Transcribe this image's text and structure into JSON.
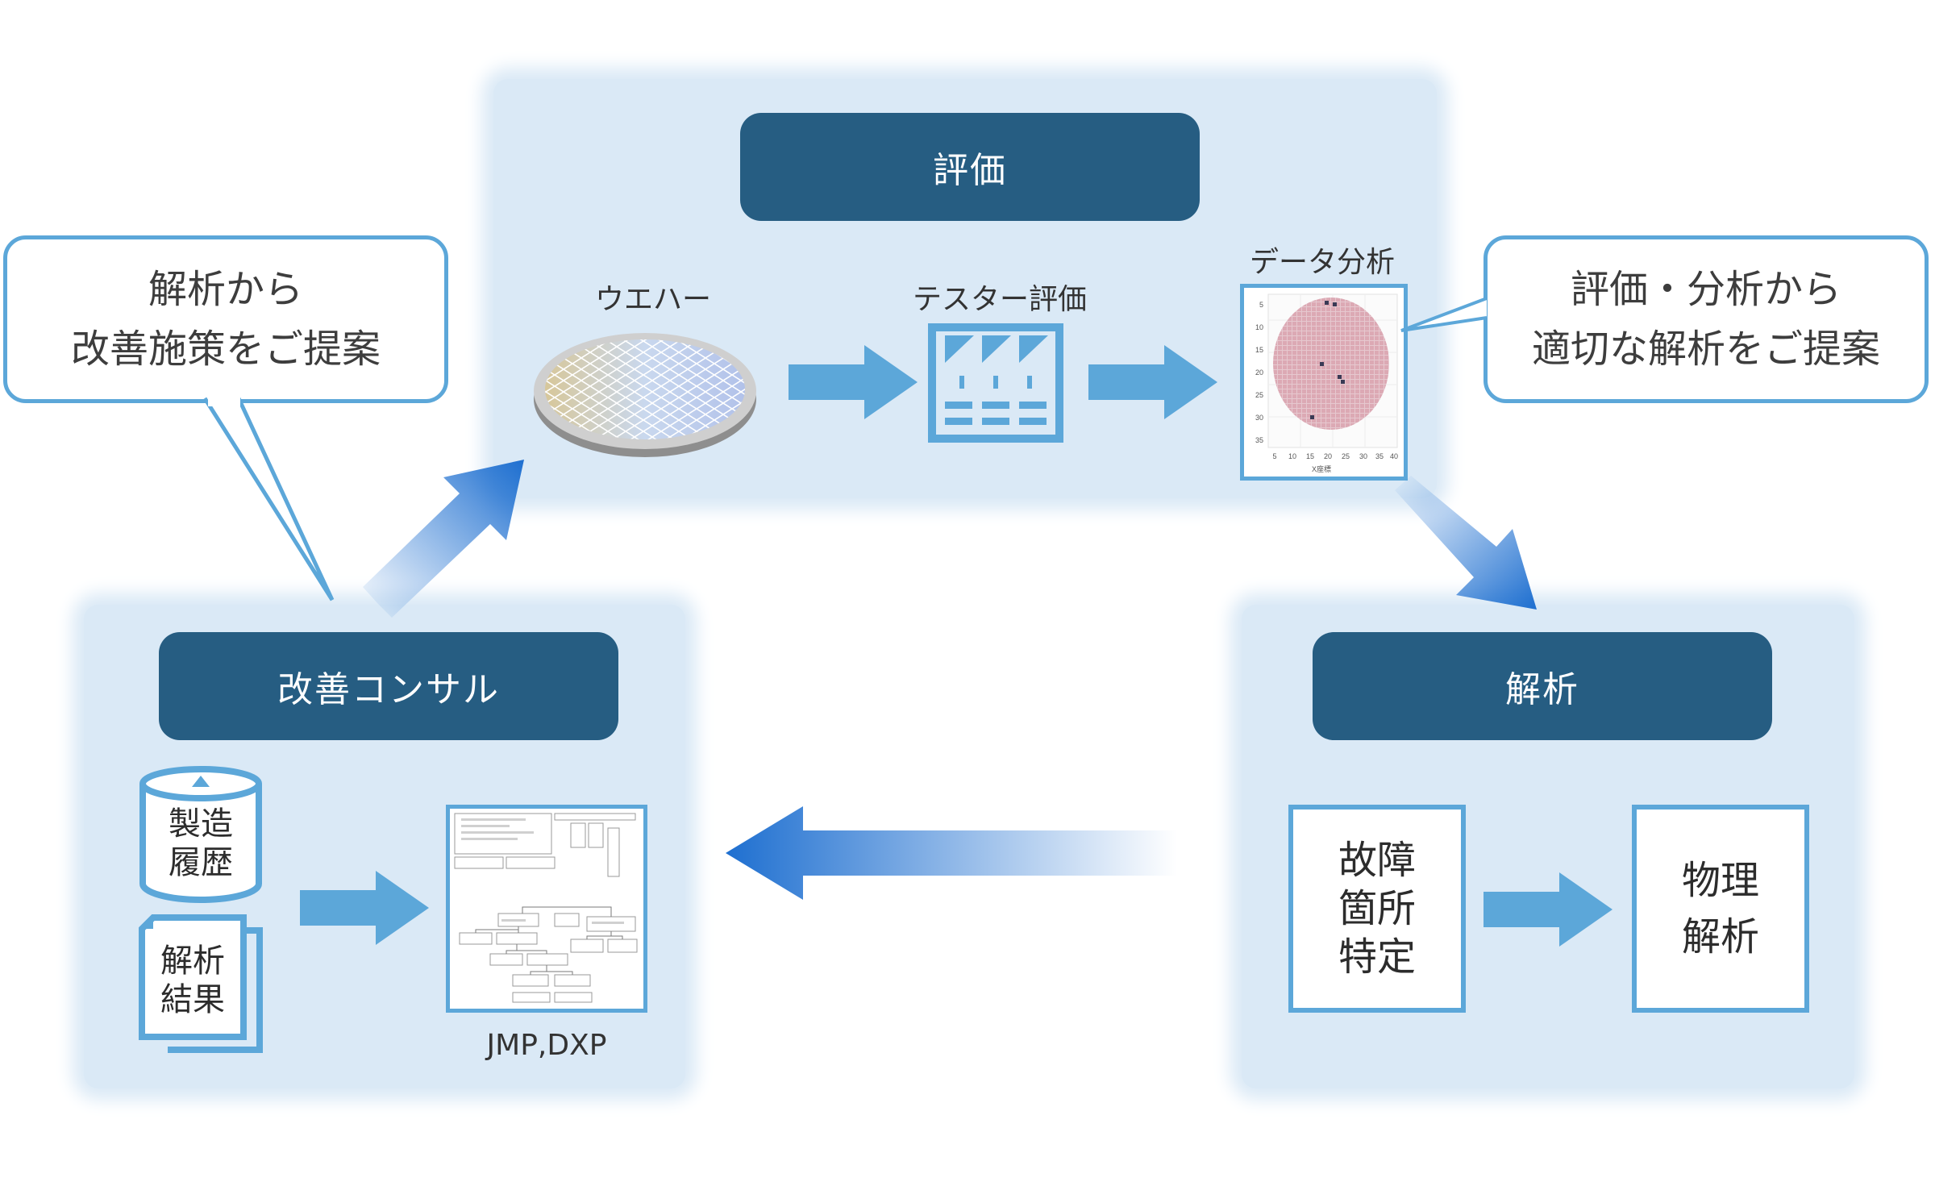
{
  "panels": {
    "evaluation": {
      "title": "評価",
      "wafer_label": "ウエハー",
      "tester_label": "テスター評価",
      "data_analysis_label": "データ分析",
      "wafer_map": {
        "y_ticks": [
          "5",
          "10",
          "15",
          "20",
          "25",
          "30",
          "35"
        ],
        "x_ticks": [
          "5",
          "10",
          "15",
          "20",
          "25",
          "30",
          "35",
          "40"
        ],
        "x_axis_label": "X座標"
      }
    },
    "analysis": {
      "title": "解析",
      "fault_location": [
        "故障",
        "箇所",
        "特定"
      ],
      "physical_analysis": [
        "物理",
        "解析"
      ]
    },
    "consulting": {
      "title": "改善コンサル",
      "manufacturing_history": [
        "製造",
        "履歴"
      ],
      "analysis_results": [
        "解析",
        "結果"
      ],
      "tool_label": "JMP,DXP"
    }
  },
  "callouts": {
    "left": [
      "解析から",
      "改善施策をご提案"
    ],
    "right": [
      "評価・分析から",
      "適切な解析をご提案"
    ]
  },
  "colors": {
    "panel_bg": "#dae9f6",
    "header_bg": "#265d82",
    "accent": "#5ca7d9",
    "gradient_arrow": "#1e6fd0"
  }
}
